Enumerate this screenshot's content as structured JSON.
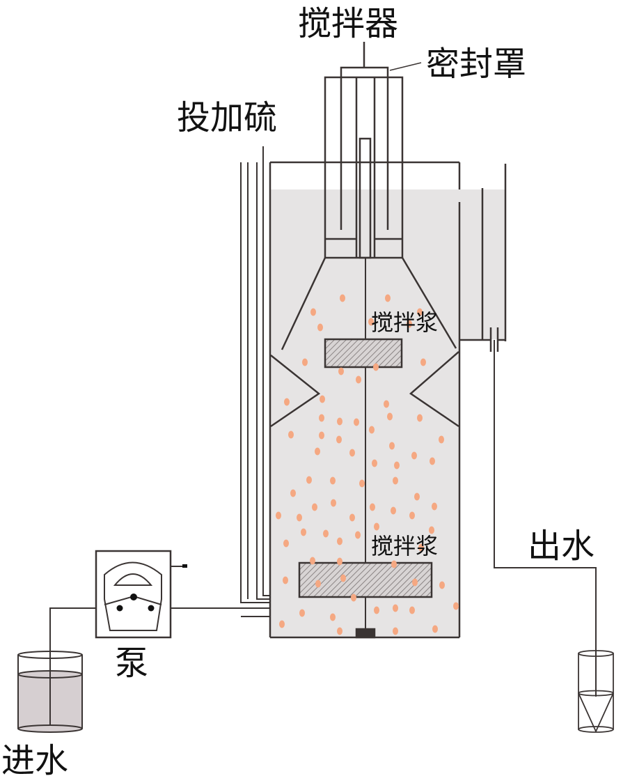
{
  "labels": {
    "stirrer": "搅拌器",
    "seal_cover": "密封罩",
    "sulfur_dosing": "投加硫",
    "paddle_upper": "搅拌浆",
    "paddle_lower": "搅拌浆",
    "effluent": "出水",
    "pump": "泵",
    "influent": "进水"
  },
  "colors": {
    "liquid": "#e6e4e4",
    "particle": "#f5a882",
    "line": "#3a3433",
    "influent_liquid": "#d6cfd1"
  }
}
